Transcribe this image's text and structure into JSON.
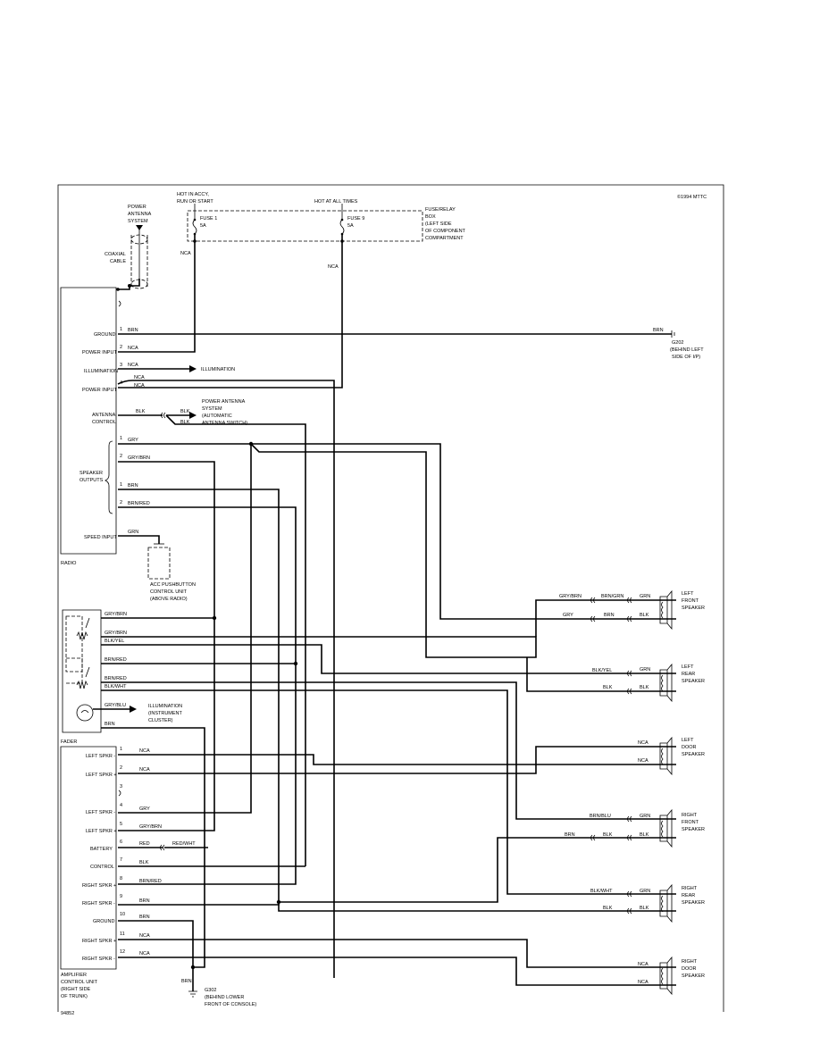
{
  "copyright": "©1994 MTTC",
  "fuse_box": {
    "note_left": [
      "HOT IN ACCY,",
      "RUN OR START"
    ],
    "note_right": "HOT AT ALL TIMES",
    "fuse1_label": "FUSE 1",
    "fuse1_amp": "5A",
    "fuse9_label": "FUSE 9",
    "fuse9_amp": "5A",
    "box_label": [
      "FUSE/RELAY",
      "BOX",
      "(LEFT SIDE",
      "OF COMPONENT",
      "COMPARTMENT"
    ]
  },
  "antenna": {
    "label": [
      "POWER",
      "ANTENNA",
      "SYSTEM"
    ],
    "coax_label": [
      "COAXIAL",
      "CABLE"
    ]
  },
  "radio": {
    "name": "RADIO",
    "pins": {
      "ground": "GROUND",
      "power1": "POWER INPUT",
      "illum": "ILLUMINATION",
      "power2": "POWER INPUT",
      "antenna": [
        "ANTENNA",
        "CONTROL"
      ],
      "speaker": [
        "SPEAKER",
        "OUTPUTS"
      ],
      "speed": "SPEED INPUT"
    },
    "pin_numbers": [
      "1",
      "2",
      "3",
      "4",
      "1",
      "2",
      "1",
      "2"
    ],
    "ground_dest": [
      "G202",
      "(BEHIND LEFT",
      "SIDE OF I/P)"
    ],
    "illum_dest": "ILLUMINATION",
    "antenna_dest": [
      "POWER ANTENNA",
      "SYSTEM",
      "(AUTOMATIC",
      "ANTENNA SWITCH)"
    ]
  },
  "acc": {
    "label": [
      "ACC PUSHBUTTON",
      "CONTROL UNIT",
      "(ABOVE RADIO)"
    ]
  },
  "fader": {
    "name": "FADER",
    "illum_dest": [
      "ILLUMINATION",
      "(INSTRUMENT",
      "CLUSTER)"
    ]
  },
  "amp": {
    "name": [
      "AMPLIFIER",
      "CONTROL UNIT",
      "(RIGHT SIDE",
      "OF TRUNK)"
    ],
    "pins": [
      "LEFT SPKR -",
      "LEFT SPKR +",
      "",
      "LEFT SPKR -",
      "LEFT SPKR +",
      "BATTERY",
      "CONTROL",
      "RIGHT SPKR +",
      "RIGHT SPKR -",
      "GROUND",
      "RIGHT SPKR +",
      "RIGHT SPKR -"
    ],
    "pin_numbers": [
      "1",
      "2",
      "3",
      "4",
      "5",
      "6",
      "7",
      "8",
      "9",
      "10",
      "11",
      "12"
    ],
    "ground_dest": [
      "G302",
      "(BEHIND LOWER",
      "FRONT OF CONSOLE)"
    ]
  },
  "speakers": [
    {
      "label": [
        "LEFT",
        "FRONT",
        "SPEAKER"
      ]
    },
    {
      "label": [
        "LEFT",
        "REAR",
        "SPEAKER"
      ]
    },
    {
      "label": [
        "LEFT",
        "DOOR",
        "SPEAKER"
      ]
    },
    {
      "label": [
        "RIGHT",
        "FRONT",
        "SPEAKER"
      ]
    },
    {
      "label": [
        "RIGHT",
        "REAR",
        "SPEAKER"
      ]
    },
    {
      "label": [
        "RIGHT",
        "DOOR",
        "SPEAKER"
      ]
    }
  ],
  "wire_colors": {
    "brn": "BRN",
    "nca": "NCA",
    "blk": "BLK",
    "gry": "GRY",
    "grybrn": "GRY/BRN",
    "brnred": "BRN/RED",
    "grn": "GRN",
    "blkyel": "BLK/YEL",
    "blkwht": "BLK/WHT",
    "gryblu": "GRY/BLU",
    "red": "RED",
    "redwht": "RED/WHT",
    "grybrn2": "GRY/BRN",
    "brngrn": "BRN/GRN",
    "brnblu": "BRN/BLU"
  },
  "figure_id": "94852"
}
